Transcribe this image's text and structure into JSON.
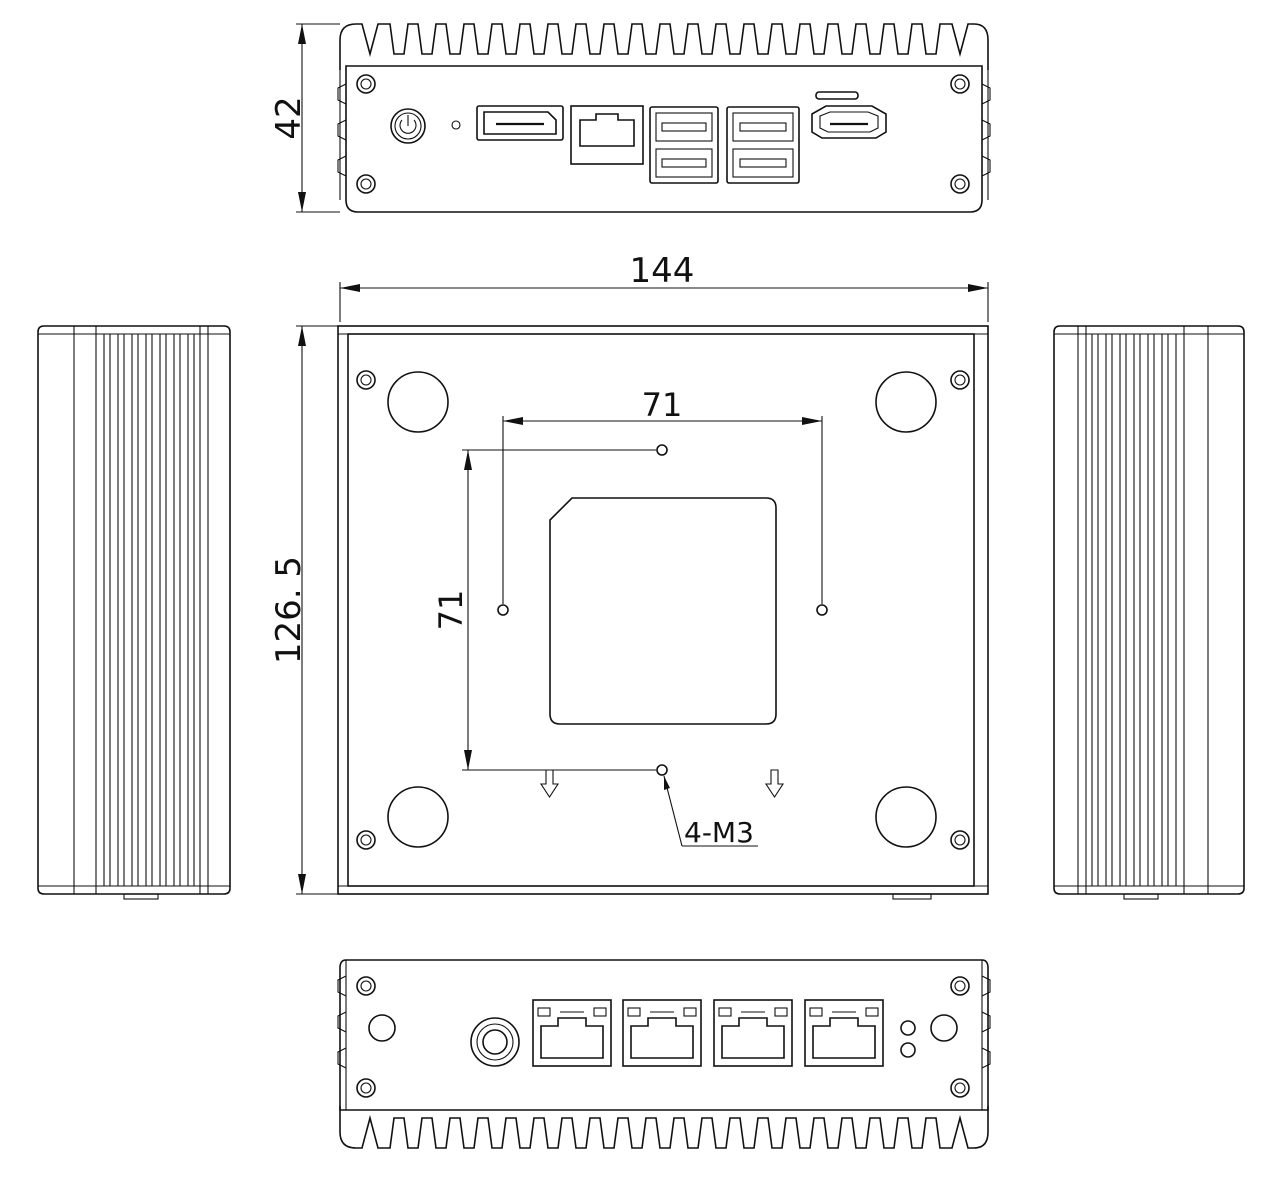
{
  "dimensions": {
    "height": "42",
    "width": "144",
    "depth": "126. 5",
    "mount_h": "71",
    "mount_v": "71",
    "screw": "4-M3"
  },
  "icons": [
    "power-icon",
    "displayport-icon",
    "rj45-port-icon",
    "usb-port-icon",
    "hdmi-port-icon",
    "dc-jack-icon",
    "led-icon",
    "arrow-down-icon"
  ]
}
